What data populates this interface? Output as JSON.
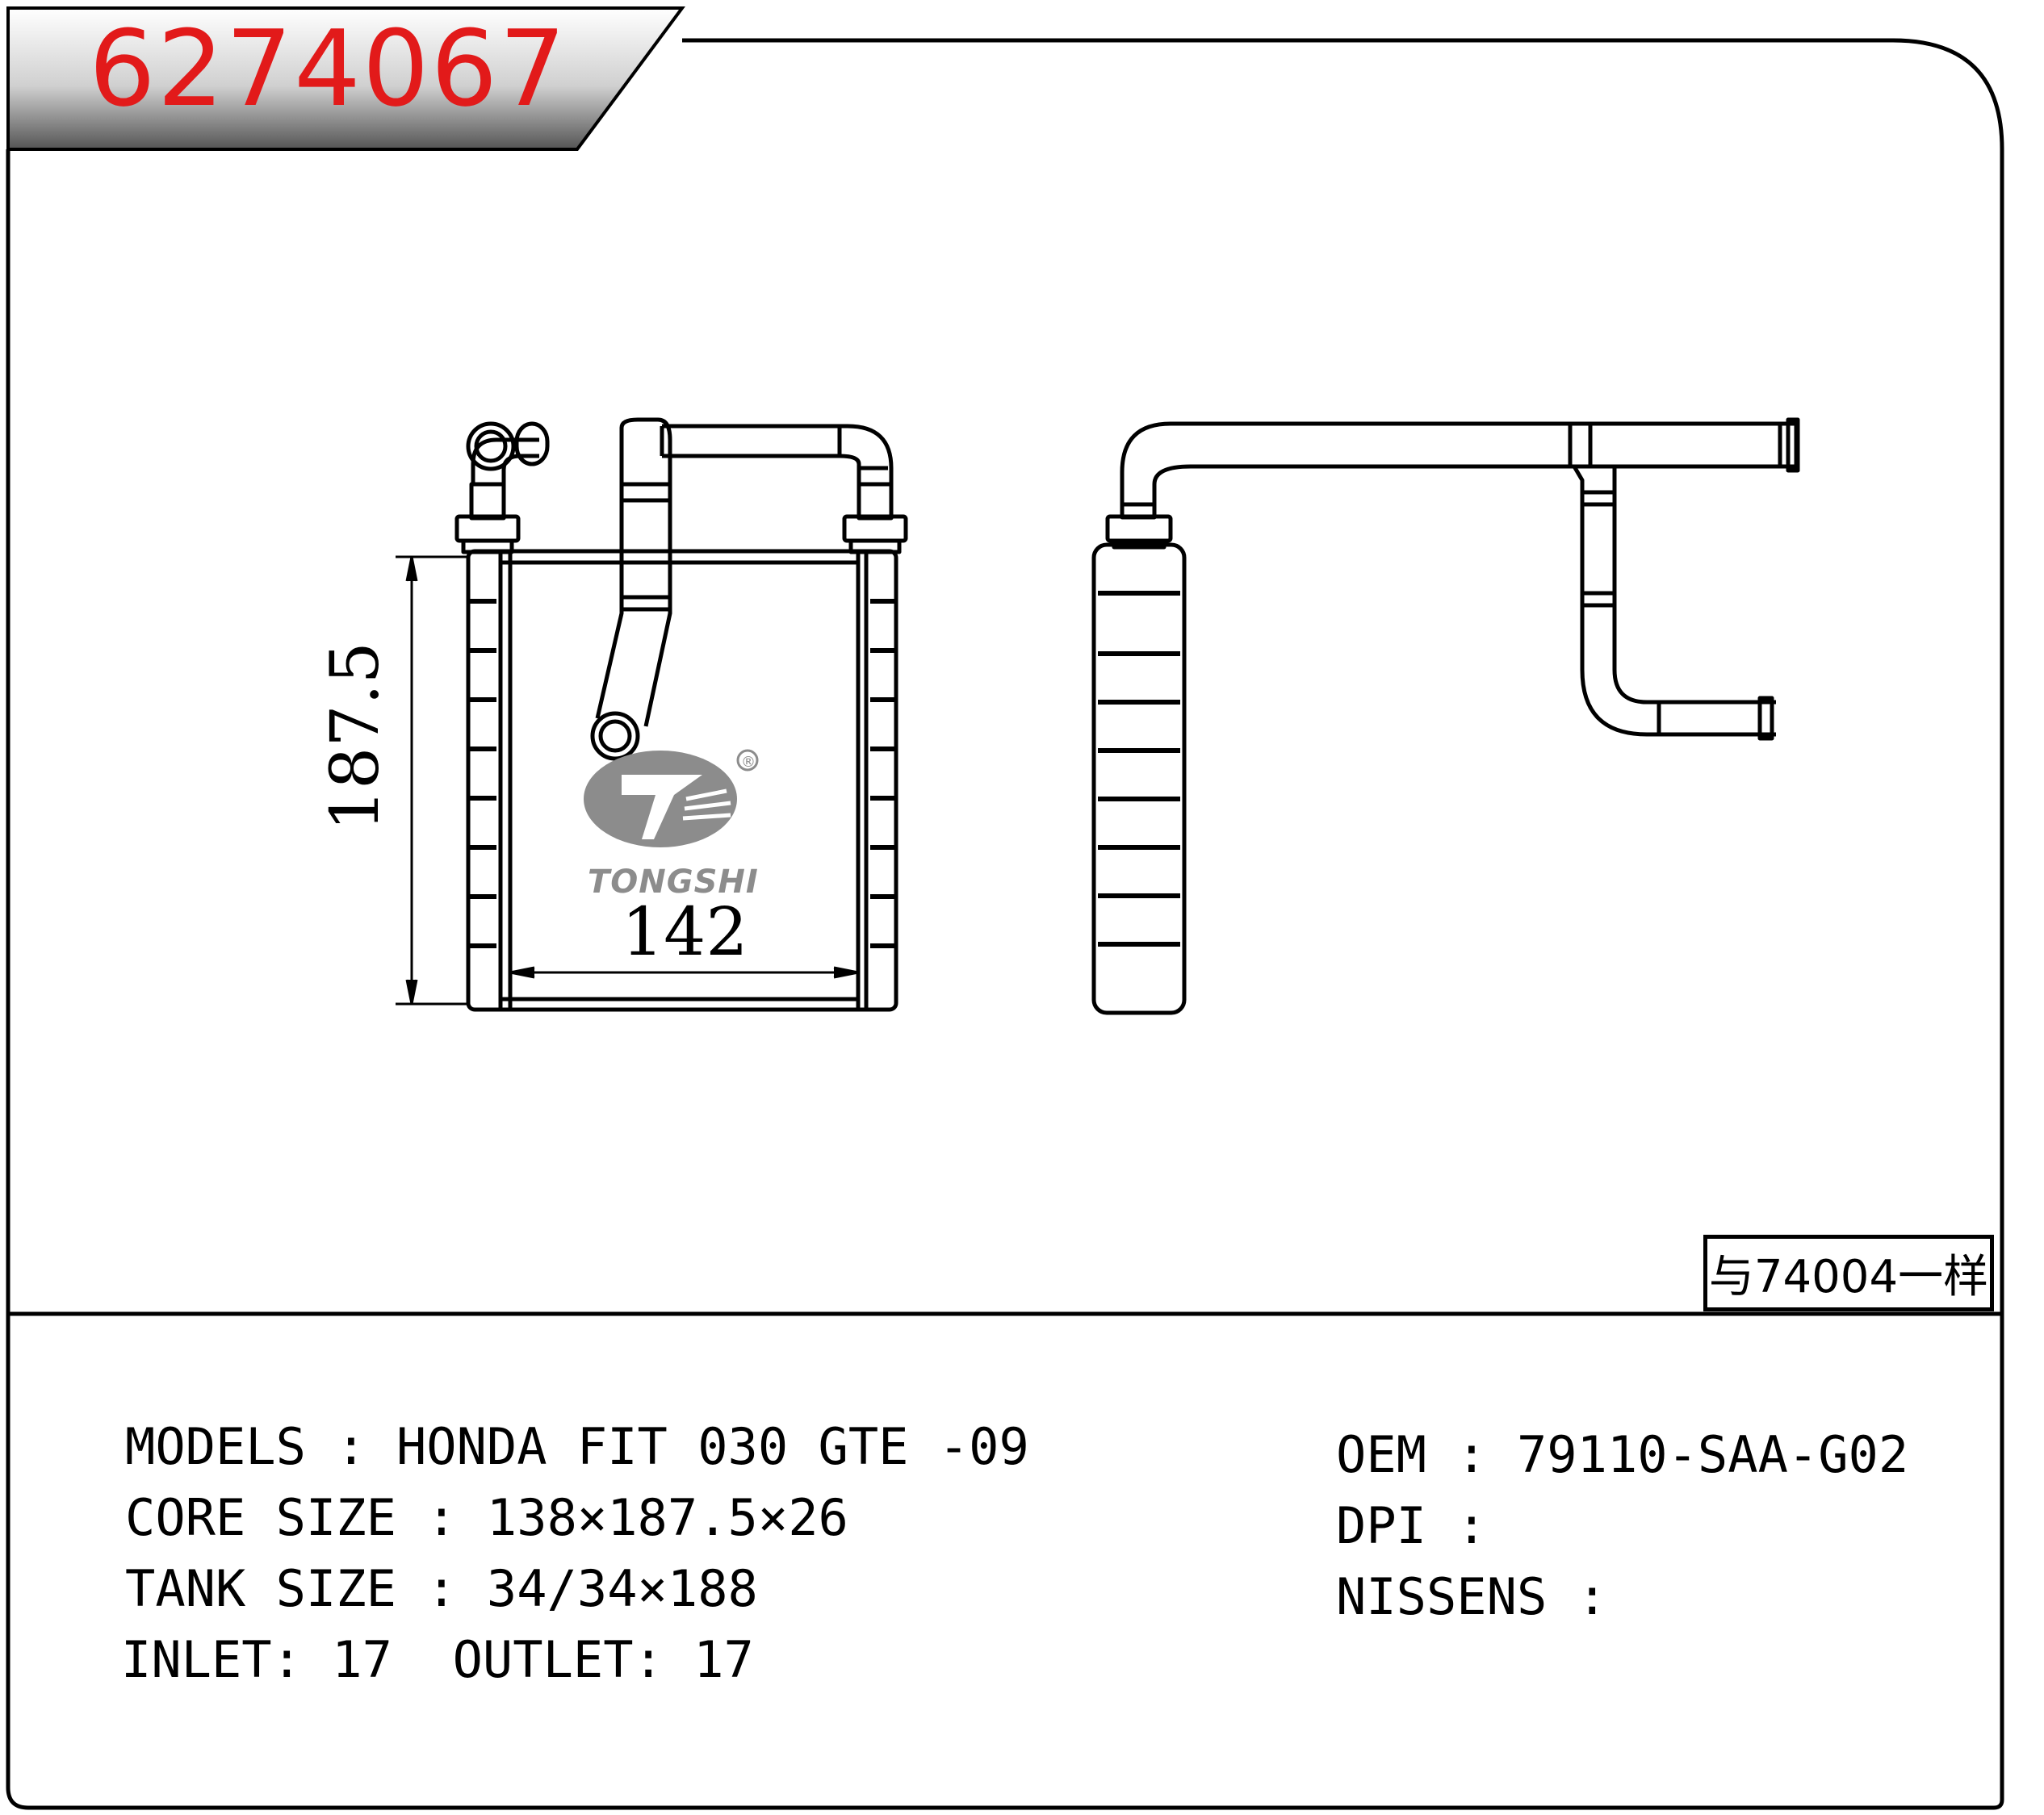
{
  "header": {
    "part_number": "6274067"
  },
  "note": {
    "text": "与74004一样"
  },
  "dimensions": {
    "height_label": "187.5",
    "width_label": "142"
  },
  "brand": {
    "name": "TONGSHI",
    "registered_mark": "®",
    "logo_color": "#8c8c8c"
  },
  "specs_left": {
    "models": "MODELS : HONDA FIT 030 GTE -09",
    "core_size": "CORE SIZE : 138×187.5×26",
    "tank_size": "TANK SIZE : 34/34×188",
    "inlet_outlet": "INLET: 17  OUTLET: 17"
  },
  "specs_right": {
    "oem": "OEM : 79110-SAA-G02",
    "dpi": "DPI :",
    "nissens": "NISSENS :"
  },
  "colors": {
    "part_number": "#e21a1a",
    "badge_gradient_top": "#ffffff",
    "badge_gradient_bottom": "#555555"
  }
}
